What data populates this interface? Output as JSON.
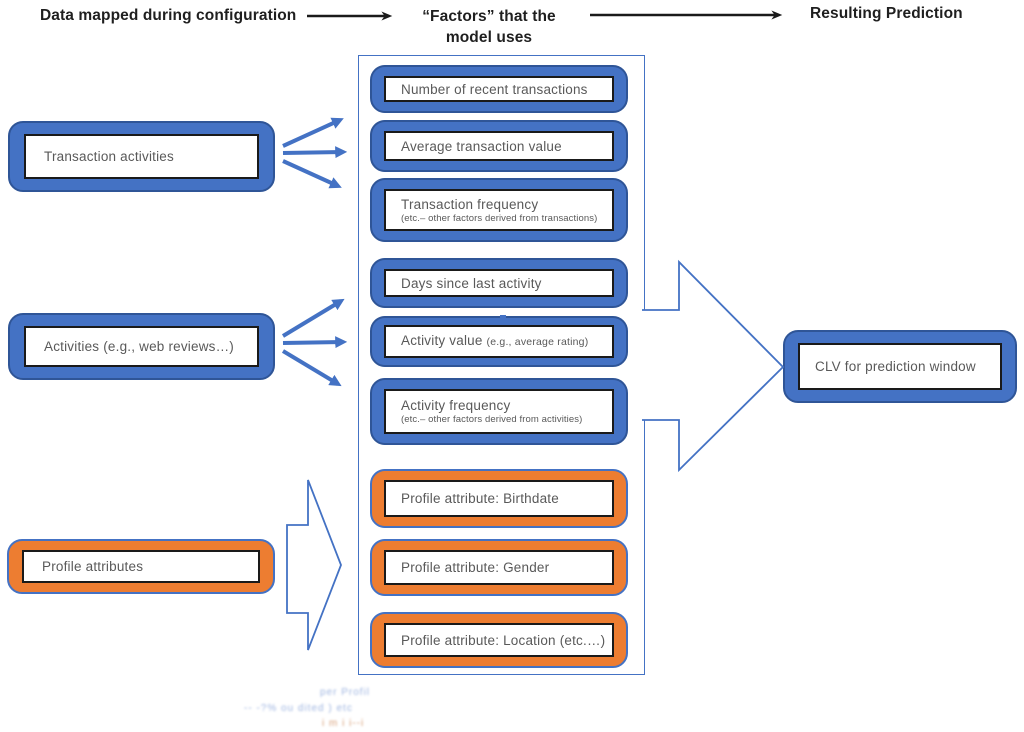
{
  "header": {
    "left": "Data mapped during configuration",
    "middle_line1": "“Factors” that the",
    "middle_line2": "model uses",
    "right": "Resulting Prediction"
  },
  "sources": [
    {
      "label": "Transaction activities",
      "color": "blue"
    },
    {
      "label": "Activities (e.g., web reviews…)",
      "color": "blue"
    },
    {
      "label": "Profile attributes",
      "color": "orange"
    }
  ],
  "factors": [
    {
      "label": "Number of recent transactions",
      "color": "blue"
    },
    {
      "label": "Average transaction value",
      "color": "blue"
    },
    {
      "label": "Transaction frequency",
      "sub": "(etc.– other factors derived from transactions)",
      "color": "blue"
    },
    {
      "label": "Days since last activity",
      "color": "blue"
    },
    {
      "label": "Activity value",
      "sub_inline": "(e.g., average rating)",
      "color": "blue"
    },
    {
      "label": "Activity frequency",
      "sub": "(etc.– other factors derived from activities)",
      "color": "blue"
    },
    {
      "label": "Profile attribute: Birthdate",
      "color": "orange"
    },
    {
      "label": "Profile attribute: Gender",
      "color": "orange"
    },
    {
      "label": "Profile attribute: Location (etc.…)",
      "color": "orange"
    }
  ],
  "result": {
    "label": "CLV for prediction window"
  },
  "watermark": {
    "line1": "per Profil",
    "line2": "-- -?% ou dited    ) etc",
    "line3": "i m i i--i"
  },
  "colors": {
    "blue": "#4472C4",
    "blueBorder": "#2F5597",
    "orange": "#ED7D31",
    "headerText": "#1f1f1f",
    "boxText": "#595959",
    "wmBlue": "#87a3d9",
    "wmOrange": "#cf8a5a"
  }
}
